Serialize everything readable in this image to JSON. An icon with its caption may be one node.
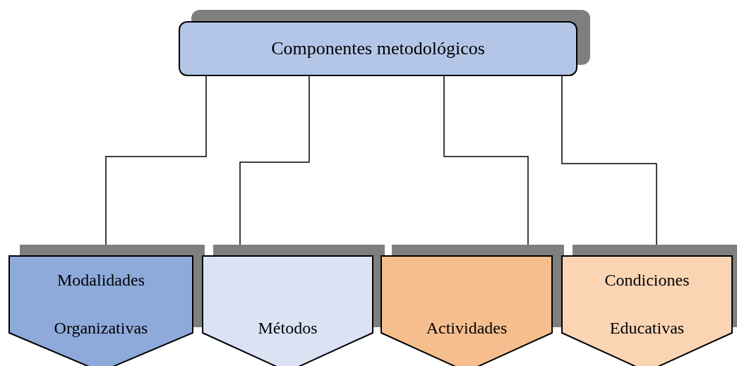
{
  "diagram": {
    "nodes": [
      {
        "text": [
          "Componentes metodológicos"
        ]
      },
      {
        "text": [
          "Modalidades Organizativas"
        ]
      },
      {
        "text": [
          "Métodos"
        ]
      },
      {
        "text": [
          "Actividades"
        ]
      },
      {
        "text": [
          "Condiciones Educativas"
        ]
      }
    ],
    "edges": [
      {
        "from": 0,
        "to": 1,
        "arrow": "none"
      },
      {
        "from": 0,
        "to": 2,
        "arrow": "none"
      },
      {
        "from": 0,
        "to": 3,
        "arrow": "none"
      },
      {
        "from": 0,
        "to": 4,
        "arrow": "none"
      }
    ]
  }
}
